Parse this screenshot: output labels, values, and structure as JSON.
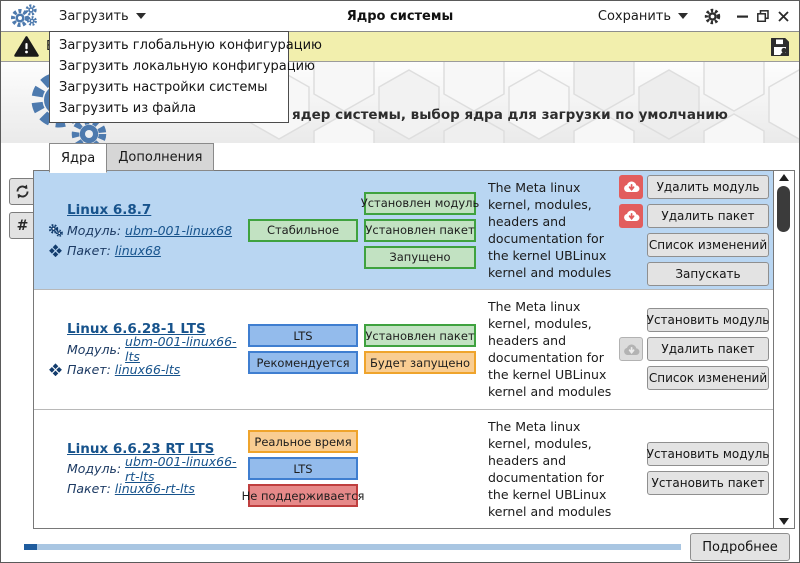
{
  "colors": {
    "accent_blue": "#4d7aae",
    "selected_row": "#b9d6f2",
    "warning_bg": "#f2efad",
    "link": "#17538c",
    "danger_red": "#e25d5d",
    "badge_green_bg": "#c2e2c2",
    "badge_green_border": "#3fa23f",
    "badge_blue_bg": "#93bbec",
    "badge_blue_border": "#3f7ed0",
    "badge_orange_bg": "#f9cd92",
    "badge_orange_border": "#efa42c",
    "badge_red_bg": "#e68989",
    "badge_red_border": "#bf3f3f",
    "progress_track": "#a9c6e2",
    "progress_fill": "#1f5c9e"
  },
  "titlebar": {
    "load_menu_label": "Загрузить",
    "title": "Ядро системы",
    "save_menu_label": "Сохранить"
  },
  "load_menu": {
    "items": [
      "Загрузить глобальную конфигурацию",
      "Загрузить локальную конфигурацию",
      "Загрузить настройки системы",
      "Загрузить из файла"
    ]
  },
  "warning_bar": {
    "truncated_text": "В"
  },
  "banner": {
    "subtitle": "Загрузка и установка ядер системы, выбор ядра для загрузки по умолчанию"
  },
  "tabs": {
    "items": [
      {
        "label": "Ядра",
        "active": true
      },
      {
        "label": "Дополнения",
        "active": false
      }
    ]
  },
  "side_toolbar": {
    "hash_glyph": "#"
  },
  "kernels": [
    {
      "title": "Linux 6.8.7",
      "module_label": "Модуль:",
      "module_value": "ubm-001-linux68",
      "package_label": "Пакет:",
      "package_value": "linux68",
      "selected": true,
      "module_icon": true,
      "package_icon": true,
      "badges_col1": [
        {
          "label": "Стабильное",
          "color": "green"
        }
      ],
      "badges_col2": [
        {
          "label": "Установлен модуль",
          "color": "green"
        },
        {
          "label": "Установлен пакет",
          "color": "green"
        },
        {
          "label": "Запущено",
          "color": "green"
        }
      ],
      "description": "The Meta linux kernel, modules, headers and documentation for the kernel UBLinux kernel and modules",
      "actions": [
        {
          "label": "Удалить модуль",
          "icon": "cloud-remove-red"
        },
        {
          "label": "Удалить пакет",
          "icon": "cloud-remove-red"
        },
        {
          "label": "Список изменений"
        },
        {
          "label": "Запускать"
        }
      ]
    },
    {
      "title": "Linux 6.6.28-1 LTS",
      "module_label": "Модуль:",
      "module_value": "ubm-001-linux66-lts",
      "package_label": "Пакет:",
      "package_value": "linux66-lts",
      "selected": false,
      "module_icon": false,
      "package_icon": true,
      "badges_col1": [
        {
          "label": "LTS",
          "color": "blue"
        },
        {
          "label": "Рекомендуется",
          "color": "blue"
        }
      ],
      "badges_col2": [
        {
          "label": "Установлен пакет",
          "color": "green"
        },
        {
          "label": "Будет запущено",
          "color": "orange"
        }
      ],
      "description": "The Meta linux kernel, modules, headers and documentation for the kernel UBLinux kernel and modules",
      "actions": [
        {
          "label": "Установить модуль"
        },
        {
          "label": "Удалить пакет",
          "icon": "cloud-gray"
        },
        {
          "label": "Список изменений"
        }
      ]
    },
    {
      "title": "Linux 6.6.23 RT LTS",
      "module_label": "Модуль:",
      "module_value": "ubm-001-linux66-rt-lts",
      "package_label": "Пакет:",
      "package_value": "linux66-rt-lts",
      "selected": false,
      "module_icon": false,
      "package_icon": false,
      "badges_col1": [
        {
          "label": "Реальное время",
          "color": "orange"
        },
        {
          "label": "LTS",
          "color": "blue"
        },
        {
          "label": "Не поддерживается",
          "color": "red"
        }
      ],
      "badges_col2": [],
      "description": "The Meta linux kernel, modules, headers and documentation for the kernel UBLinux kernel and modules",
      "actions": [
        {
          "label": "Установить модуль"
        },
        {
          "label": "Установить пакет"
        }
      ]
    }
  ],
  "footer": {
    "details_button": "Подробнее",
    "progress_percent": 2
  }
}
